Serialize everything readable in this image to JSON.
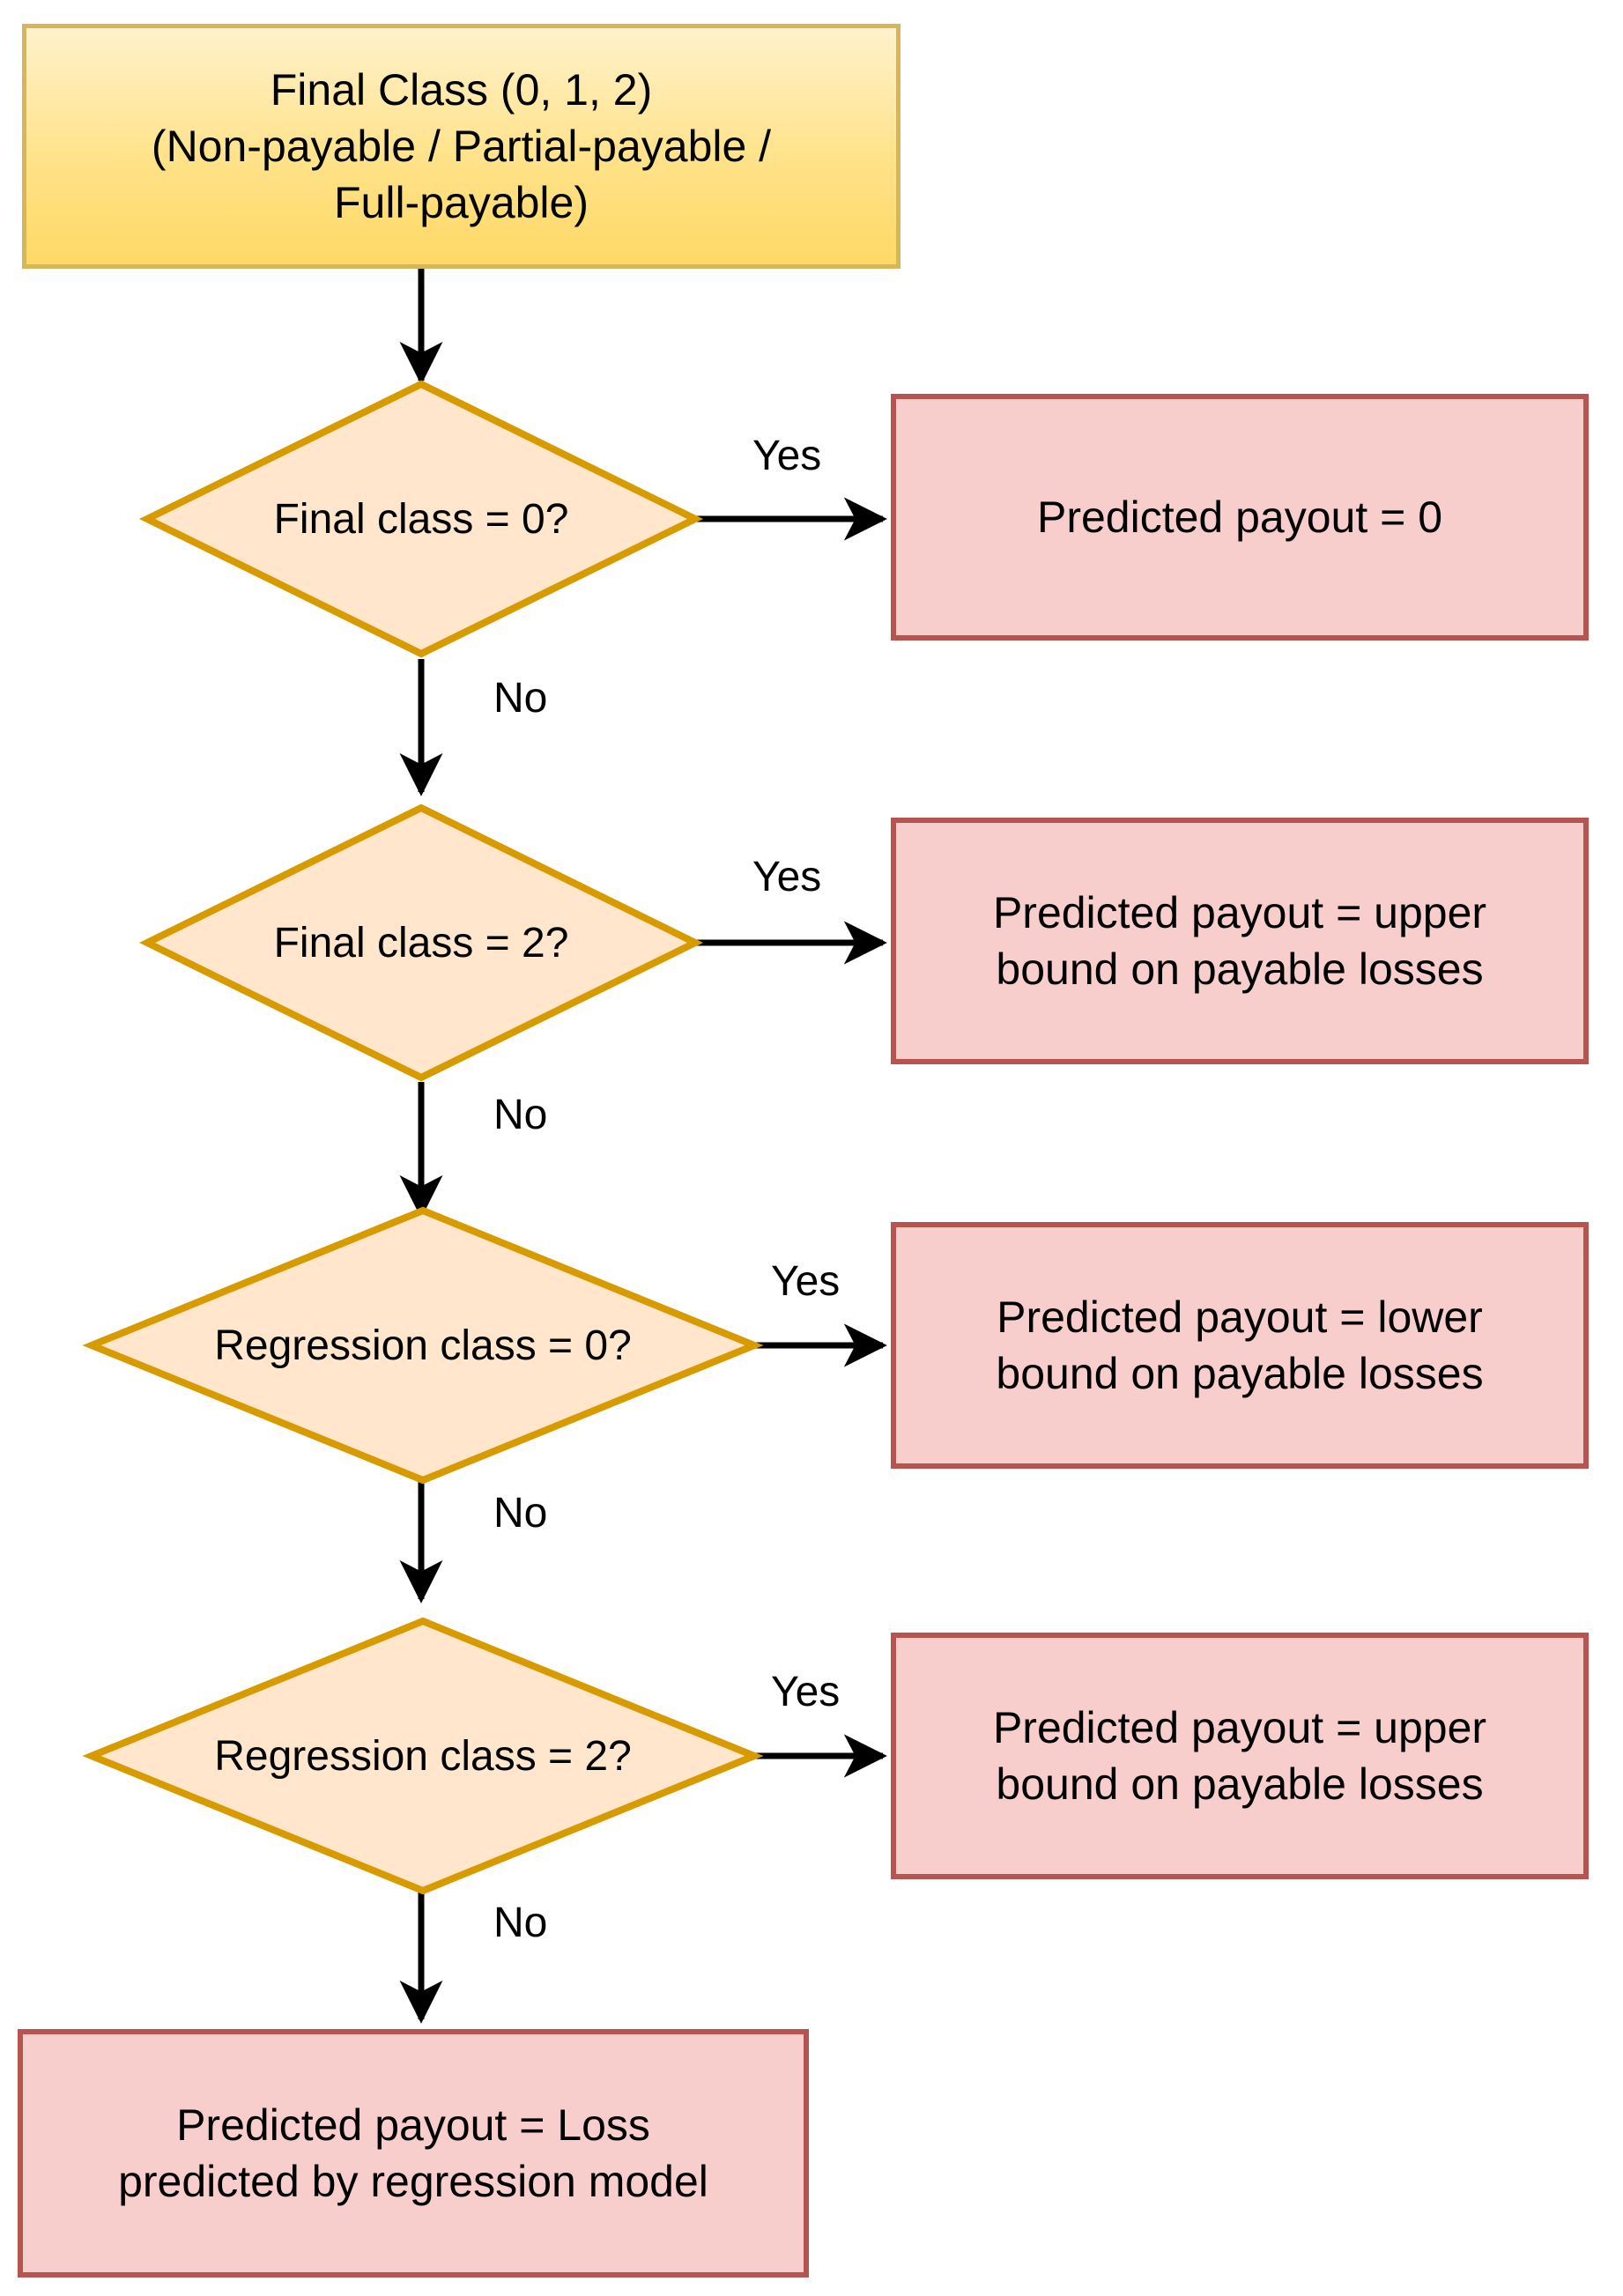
{
  "diagram": {
    "title": "Payout prediction decision flowchart",
    "colors": {
      "start_fill_top": "#fff2cc",
      "start_fill_bottom": "#ffd966",
      "start_border": "#d6b656",
      "decision_fill": "#ffe6cc",
      "decision_border": "#d79b00",
      "output_fill": "#f8cecc",
      "output_border": "#b85450",
      "edge_stroke": "#000000",
      "text": "#000000",
      "background": "#ffffff"
    },
    "start": {
      "id": "final-class",
      "text": "Final Class (0, 1, 2)\n(Non-payable / Partial-payable /\nFull-payable)"
    },
    "decisions": [
      {
        "id": "final-class-0",
        "text": "Final class = 0?"
      },
      {
        "id": "final-class-2",
        "text": "Final class = 2?"
      },
      {
        "id": "regression-class-0",
        "text": "Regression class = 0?"
      },
      {
        "id": "regression-class-2",
        "text": "Regression class = 2?"
      }
    ],
    "outputs": [
      {
        "id": "payout-zero",
        "text": "Predicted payout = 0"
      },
      {
        "id": "payout-upper-1",
        "text": "Predicted payout = upper\nbound on payable losses"
      },
      {
        "id": "payout-lower",
        "text": "Predicted payout = lower\nbound on payable losses"
      },
      {
        "id": "payout-upper-2",
        "text": "Predicted payout = upper\nbound on payable losses"
      },
      {
        "id": "payout-regression",
        "text": "Predicted payout = Loss\npredicted by regression model"
      }
    ],
    "edge_labels": {
      "yes_1": "Yes",
      "yes_2": "Yes",
      "yes_3": "Yes",
      "yes_4": "Yes",
      "no_1": "No",
      "no_2": "No",
      "no_3": "No",
      "no_4": "No"
    }
  }
}
